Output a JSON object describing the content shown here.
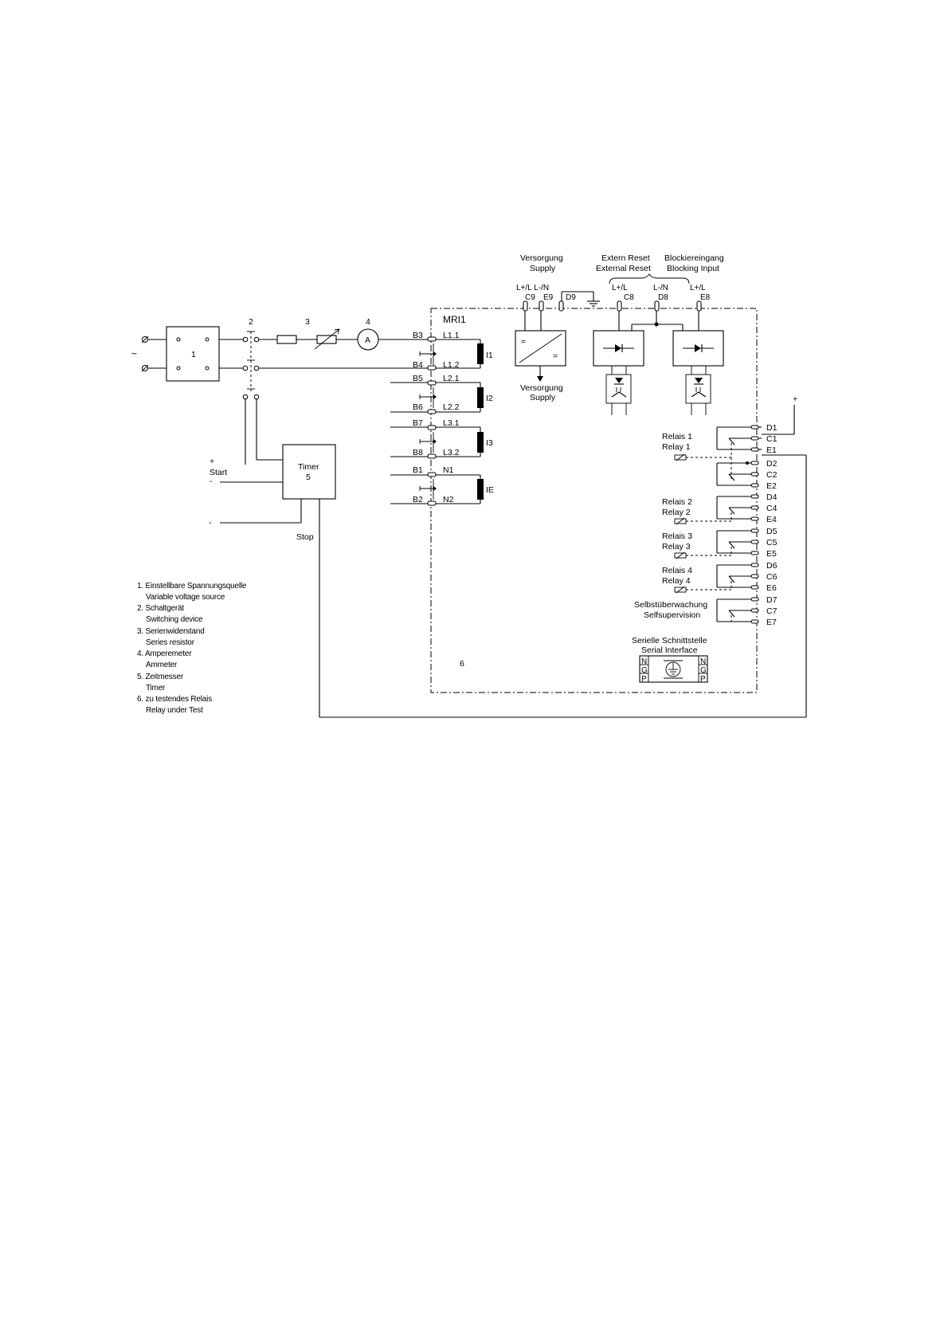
{
  "labels": {
    "ac_symbol": "~",
    "source_number": "1",
    "switch_number": "2",
    "resistor_number": "3",
    "ammeter_number": "4",
    "ammeter_letter": "A",
    "timer_title": "Timer",
    "timer_number": "5",
    "start_plus": "+",
    "start_label": "Start",
    "start_minus": "-",
    "stop_minus": "-",
    "stop_label": "Stop",
    "relay_title": "MRI1",
    "relay_number": "6",
    "plus_terminal": "+"
  },
  "current_inputs": [
    {
      "term_in": "B3",
      "term_out": "B4",
      "pin_in": "L1.1",
      "pin_out": "L1.2",
      "coil": "I1"
    },
    {
      "term_in": "B5",
      "term_out": "B6",
      "pin_in": "L2.1",
      "pin_out": "L2.2",
      "coil": "I2"
    },
    {
      "term_in": "B7",
      "term_out": "B8",
      "pin_in": "L3.1",
      "pin_out": "L3.2",
      "coil": "I3"
    },
    {
      "term_in": "B1",
      "term_out": "B2",
      "pin_in": "N1",
      "pin_out": "N2",
      "coil": "IE"
    }
  ],
  "supply": {
    "title_de": "Versorgung",
    "title_en": "Supply",
    "pol_label": "L+/L L-/N",
    "term_c9": "C9",
    "term_e9": "E9",
    "term_d9": "D9",
    "converter_ac": "≈",
    "converter_dc": "=",
    "out_de": "Versorgung",
    "out_en": "Supply"
  },
  "inputs": {
    "reset_de": "Extern Reset",
    "reset_en": "External Reset",
    "block_de": "Blockiereingang",
    "block_en": "Blocking Input",
    "reset_pol": "L+/L",
    "reset_term": "C8",
    "common_pol": "L-/N",
    "common_term": "D8",
    "block_pol": "L+/L",
    "block_term": "E8"
  },
  "relays": [
    {
      "de": "Relais 1",
      "en": "Relay 1",
      "terminals": [
        "D1",
        "C1",
        "E1"
      ]
    },
    {
      "de": "",
      "en": "",
      "terminals": [
        "D2",
        "C2",
        "E2"
      ]
    },
    {
      "de": "Relais 2",
      "en": "Relay 2",
      "terminals": [
        "D4",
        "C4",
        "E4"
      ]
    },
    {
      "de": "Relais 3",
      "en": "Relay 3",
      "terminals": [
        "D5",
        "C5",
        "E5"
      ]
    },
    {
      "de": "Relais 4",
      "en": "Relay 4",
      "terminals": [
        "D6",
        "C6",
        "E6"
      ]
    },
    {
      "de": "Selbstüberwachung",
      "en": "Selfsupervision",
      "terminals": [
        "D7",
        "C7",
        "E7"
      ]
    }
  ],
  "serial": {
    "title_de": "Serielle Schnittstelle",
    "title_en": "Serial Interface",
    "left_pins": [
      "N",
      "G",
      "P"
    ],
    "right_pins": [
      "N",
      "G",
      "P"
    ]
  },
  "legend": [
    {
      "de": "1. Einstellbare Spannungsquelle",
      "en": "Variable voltage source"
    },
    {
      "de": "2. Schaltgerät",
      "en": "Switching device"
    },
    {
      "de": "3. Serienwiderstand",
      "en": "Series resistor"
    },
    {
      "de": "4. Amperemeter",
      "en": "Ammeter"
    },
    {
      "de": "5. Zeitmesser",
      "en": "Timer"
    },
    {
      "de": "6. zu testendes Relais",
      "en": "Relay under Test"
    }
  ]
}
